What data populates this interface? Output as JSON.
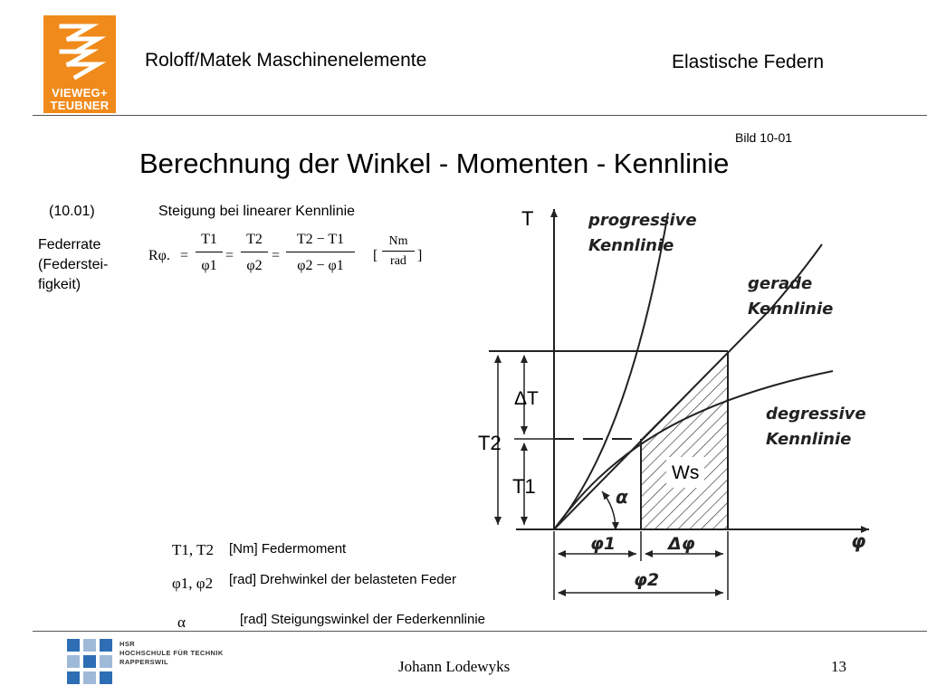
{
  "header": {
    "logo_line1": "VIEWEG+",
    "logo_line2": "TEUBNER",
    "book_title": "Roloff/Matek Maschinenelemente",
    "chapter": "Elastische Federn"
  },
  "figure_ref": "Bild 10-01",
  "title": "Berechnung der Winkel - Momenten - Kennlinie",
  "formula": {
    "number": "(10.01)",
    "caption": "Steigung bei linearer Kennlinie",
    "quantity_label": "Federrate (Federstei-figkeit)",
    "symbol": "Rφ.",
    "eq1": "=",
    "eq2": "=",
    "f1_num": "T1",
    "f1_den": "φ1",
    "f2_num": "T2",
    "f2_den": "φ2",
    "f3_num": "T2 − T1",
    "f3_den": "φ2 − φ1",
    "unit_open": "[",
    "unit_num": "Nm",
    "unit_den": "rad",
    "unit_close": "]"
  },
  "diagram": {
    "axis_y": "T",
    "axis_x": "φ",
    "label_progressive": [
      "progressive",
      "Kennlinie"
    ],
    "label_gerade": [
      "gerade",
      "Kennlinie"
    ],
    "label_degressive": [
      "degressive",
      "Kennlinie"
    ],
    "delta_t": "ΔT",
    "t2": "T2",
    "t1": "T1",
    "ws": "Ws",
    "alpha": "α",
    "phi1": "φ1",
    "delta_phi": "Δφ",
    "phi2": "φ2"
  },
  "legend": [
    {
      "symbol": "T1, T2",
      "text": "[Nm]  Federmoment"
    },
    {
      "symbol": "φ1, φ2",
      "text": "[rad]  Drehwinkel der belasteten Feder"
    },
    {
      "symbol": "α",
      "text": "[rad]  Steigungswinkel der Federkennlinie"
    }
  ],
  "footer": {
    "school_line1": "HSR",
    "school_line2": "HOCHSCHULE FÜR TECHNIK",
    "school_line3": "RAPPERSWIL",
    "author": "Johann Lodewyks",
    "page": "13"
  }
}
